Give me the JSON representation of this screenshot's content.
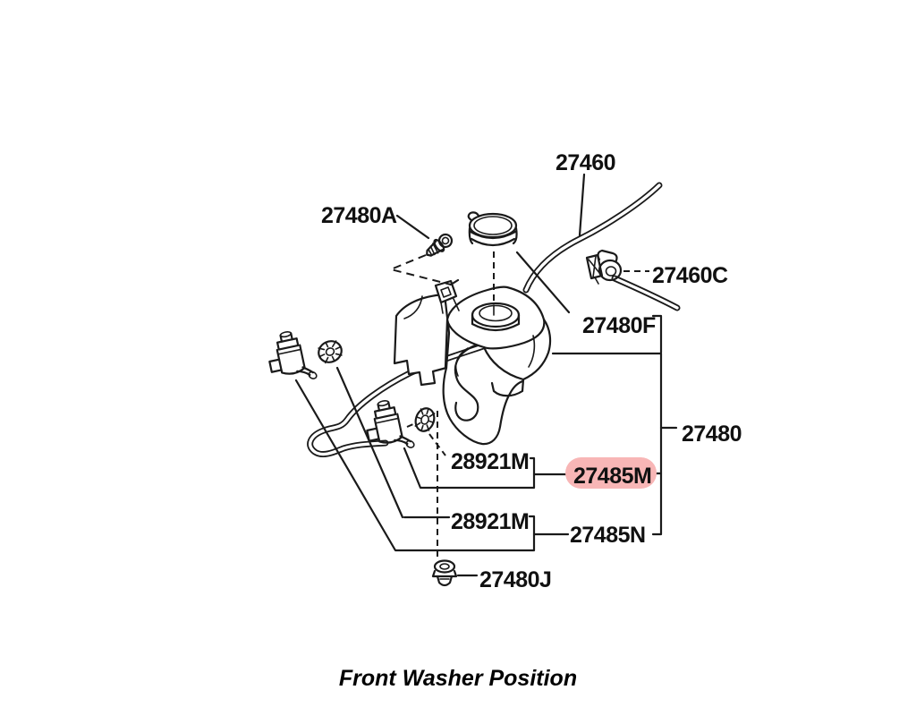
{
  "diagram": {
    "title": "Front Washer Position",
    "highlight_color": "#f8b6b6",
    "highlight_text_color": "#8e3434",
    "line_color": "#1a1a1a",
    "parts": [
      {
        "label": "27460",
        "name": "washer-hose"
      },
      {
        "label": "27480A",
        "name": "reservoir-screw"
      },
      {
        "label": "27460C",
        "name": "hose-clamp"
      },
      {
        "label": "27480F",
        "name": "reservoir-cap"
      },
      {
        "label": "27480",
        "name": "reservoir-assembly"
      },
      {
        "label": "28921M",
        "name": "pump-grommet-front",
        "highlighted": false
      },
      {
        "label": "27485M",
        "name": "washer-pump-front",
        "highlighted": true
      },
      {
        "label": "28921M",
        "name": "pump-grommet-rear",
        "highlighted": false
      },
      {
        "label": "27485N",
        "name": "washer-pump-rear",
        "highlighted": false
      },
      {
        "label": "27480J",
        "name": "reservoir-clip"
      }
    ]
  }
}
